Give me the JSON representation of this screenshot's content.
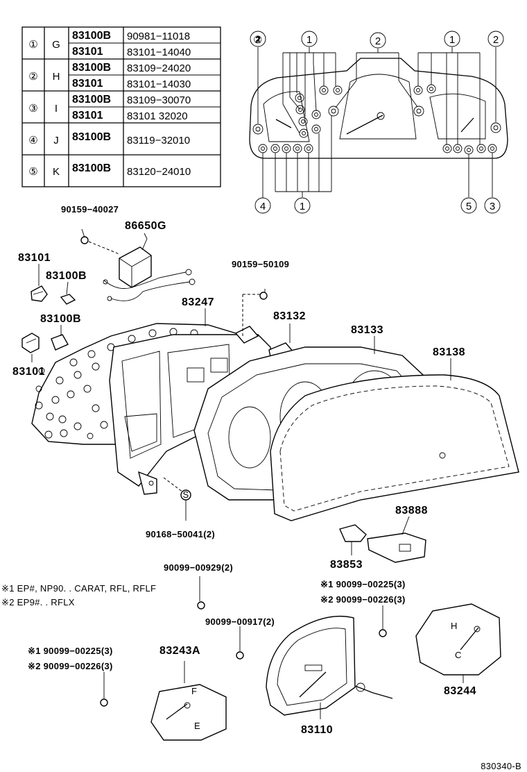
{
  "table": {
    "rows": [
      {
        "num": "①",
        "letter": "G",
        "items": [
          {
            "code": "83100B",
            "part": "90981−11018"
          },
          {
            "code": "83101",
            "part": "83101−14040"
          }
        ]
      },
      {
        "num": "②",
        "letter": "H",
        "items": [
          {
            "code": "83100B",
            "part": "83109−24020"
          },
          {
            "code": "83101",
            "part": "83101−14030"
          }
        ]
      },
      {
        "num": "③",
        "letter": "I",
        "items": [
          {
            "code": "83100B",
            "part": "83109−30070"
          },
          {
            "code": "83101",
            "part": "83101 32020"
          }
        ]
      },
      {
        "num": "④",
        "letter": "J",
        "items": [
          {
            "code": "83100B",
            "part": "83119−32010"
          }
        ]
      },
      {
        "num": "⑤",
        "letter": "K",
        "items": [
          {
            "code": "83100B",
            "part": "83120−24010"
          }
        ]
      }
    ]
  },
  "callouts": {
    "c1": "①",
    "c2": "②",
    "c3": "③",
    "c4": "④",
    "c5": "⑤"
  },
  "labels": {
    "p90159_40027": "90159−40027",
    "p86650G": "86650G",
    "p83101_a": "83101",
    "p83100B_a": "83100B",
    "p90159_50109": "90159−50109",
    "p83247": "83247",
    "p83132": "83132",
    "p83100B_b": "83100B",
    "p83133": "83133",
    "p83138": "83138",
    "p83101_b": "83101",
    "p90168": "90168−50041(2)",
    "p83888": "83888",
    "p83853": "83853",
    "p90099_929": "90099−00929(2)",
    "note1_l": "※1  EP#, NP90. . CARAT, RFL, RFLF",
    "note2_l": "※2  EP9#. . RFLX",
    "note1_r": "※1  90099−00225(3)",
    "note2_r": "※2  90099−00226(3)",
    "p90099_917": "90099−00917(2)",
    "note1_b": "※1 90099−00225(3)",
    "p83243A": "83243A",
    "note2_b": "※2 90099−00226(3)",
    "p83244": "83244",
    "p83110": "83110",
    "footer": "830340-B"
  }
}
